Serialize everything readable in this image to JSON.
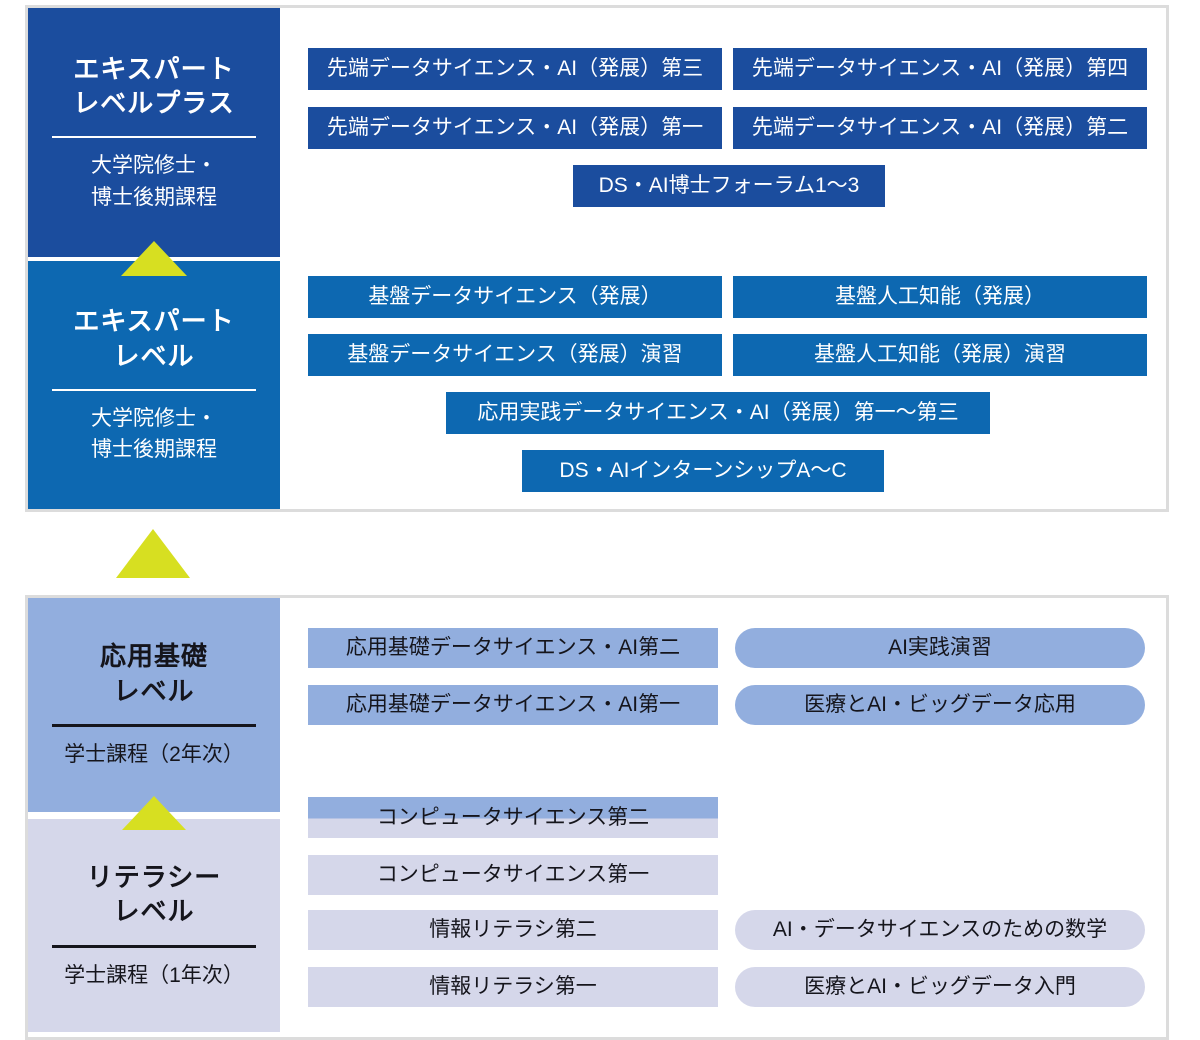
{
  "colors": {
    "navy": "#1b4d9e",
    "bright_blue": "#0d68b1",
    "soft_blue": "#92aede",
    "lavender": "#d5d7ea",
    "arrow_green": "#d7df21",
    "panel_border": "#dcdcdc"
  },
  "levels": {
    "expert_plus": {
      "title1": "エキスパート",
      "title2": "レベルプラス",
      "sub1": "大学院修士・",
      "sub2": "博士後期課程"
    },
    "expert": {
      "title1": "エキスパート",
      "title2": "レベル",
      "sub1": "大学院修士・",
      "sub2": "博士後期課程"
    },
    "applied": {
      "title1": "応用基礎",
      "title2": "レベル",
      "sub1": "学士課程（2年次）"
    },
    "literacy": {
      "title1": "リテラシー",
      "title2": "レベル",
      "sub1": "学士課程（1年次）"
    }
  },
  "courses": {
    "expert_plus": {
      "r1c1": "先端データサイエンス・AI（発展）第三",
      "r1c2": "先端データサイエンス・AI（発展）第四",
      "r2c1": "先端データサイエンス・AI（発展）第一",
      "r2c2": "先端データサイエンス・AI（発展）第二",
      "r3": "DS・AI博士フォーラム1～3"
    },
    "expert": {
      "r1c1": "基盤データサイエンス（発展）",
      "r1c2": "基盤人工知能（発展）",
      "r2c1": "基盤データサイエンス（発展）演習",
      "r2c2": "基盤人工知能（発展）演習",
      "r3": "応用実践データサイエンス・AI（発展）第一～第三",
      "r4": "DS・AIインターンシップA～C"
    },
    "applied": {
      "r1c1": "応用基礎データサイエンス・AI第二",
      "r1c2": "AI実践演習",
      "r2c1": "応用基礎データサイエンス・AI第一",
      "r2c2": "医療とAI・ビッグデータ応用"
    },
    "bridge": "コンピュータサイエンス第二",
    "literacy": {
      "r1": "コンピュータサイエンス第一",
      "r2c1": "情報リテラシ第二",
      "r2c2": "AI・データサイエンスのための数学",
      "r3c1": "情報リテラシ第一",
      "r3c2": "医療とAI・ビッグデータ入門"
    }
  }
}
